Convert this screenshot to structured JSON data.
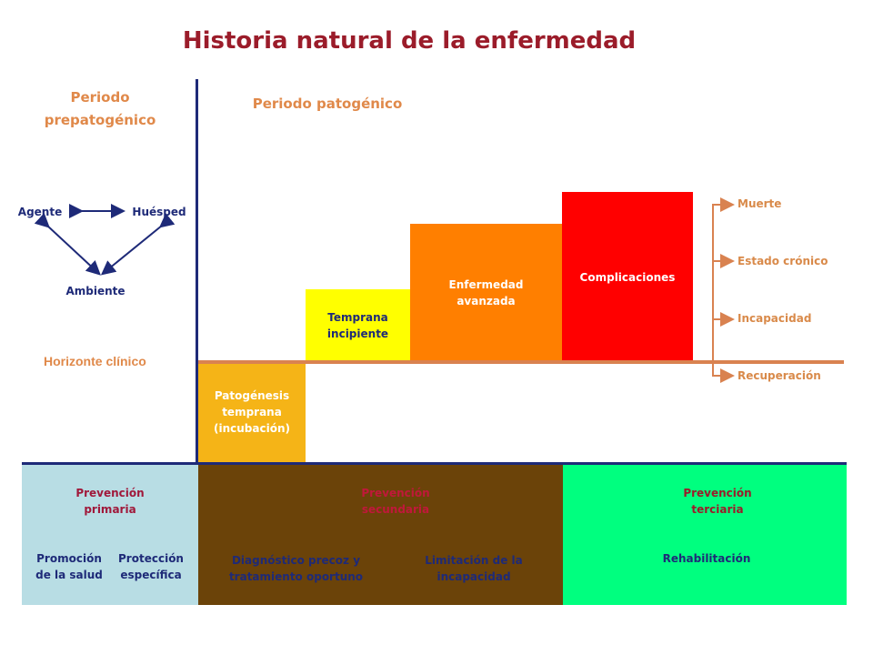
{
  "title": "Historia natural de la enfermedad",
  "periods": {
    "prepathogenic": "Periodo prepatogénico",
    "pathogenic": "Periodo patogénico"
  },
  "triad": {
    "agent": "Agente",
    "host": "Huésped",
    "environment": "Ambiente"
  },
  "clinical_horizon": "Horizonte clínico",
  "stages": [
    {
      "label": "Patogénesis temprana (incubación)",
      "color": "#f5b417"
    },
    {
      "label": "Temprana incipiente",
      "color": "#ffff00"
    },
    {
      "label": "Enfermedad avanzada",
      "color": "#ff7f00"
    },
    {
      "label": "Complicaciones",
      "color": "#ff0000"
    }
  ],
  "outcomes": [
    "Muerte",
    "Estado crónico",
    "Incapacidad",
    "Recuperación"
  ],
  "prevention": {
    "primary": {
      "title": "Prevención primaria",
      "items": [
        "Promoción de la salud",
        "Protección específica"
      ],
      "color": "#b8dde4"
    },
    "secondary": {
      "title": "Prevención secundaria",
      "items": [
        "Diagnóstico precoz y tratamiento oportuno",
        "Limitación de la incapacidad"
      ],
      "color": "#6b4309"
    },
    "tertiary": {
      "title": "Prevención terciaria",
      "items": [
        "Rehabilitación"
      ],
      "color": "#00ff7f"
    }
  },
  "colors": {
    "title": "#9b1c2a",
    "axis": "#1e2a78",
    "period_labels": "#e0894a",
    "outcome_labels": "#d98a4a",
    "primary_text": "#a0183a",
    "secondary_text": "#c0183a",
    "tertiary_text": "#9b1c2a"
  }
}
